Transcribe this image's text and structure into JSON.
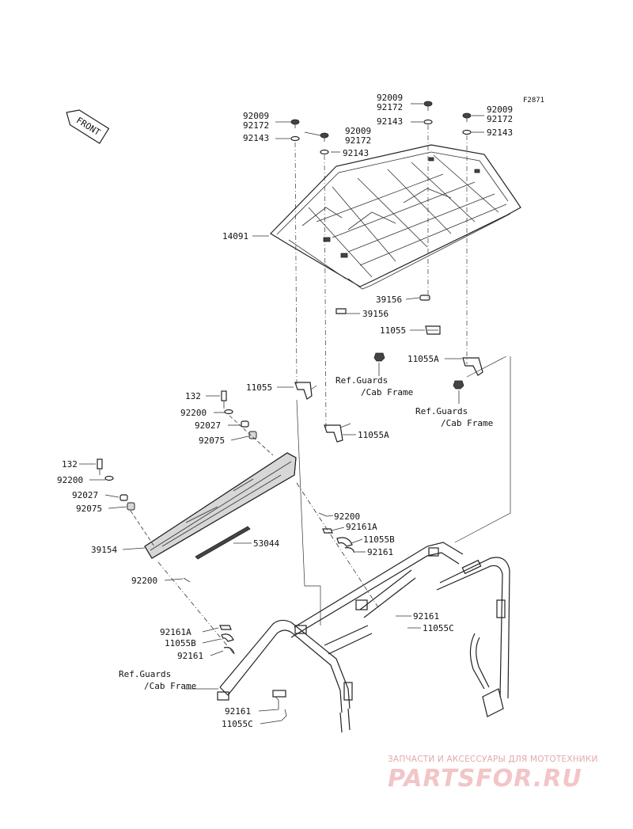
{
  "figure_code": "F2871",
  "front_label": "FRONT",
  "labels": {
    "a_92009": "92009",
    "a_92172": "92172",
    "a_92143": "92143",
    "b_92009": "92009",
    "b_92172": "92172",
    "b_92143": "92143",
    "c_92009": "92009",
    "c_92172": "92172",
    "c_92143": "92143",
    "d_92009": "92009",
    "d_92172": "92172",
    "d_92143": "92143",
    "p14091": "14091",
    "p39156_r": "39156",
    "p39156_l": "39156",
    "p11055_r": "11055",
    "p11055A_r": "11055A",
    "p11055_l": "11055",
    "p11055A_l": "11055A",
    "p132_a": "132",
    "p92200_a": "92200",
    "p92027_a": "92027",
    "p92075_a": "92075",
    "p132_b": "132",
    "p92200_b": "92200",
    "p92027_b": "92027",
    "p92075_b": "92075",
    "p39154": "39154",
    "p53044": "53044",
    "p92200_c": "92200",
    "p92161A_c": "92161A",
    "p11055B_c": "11055B",
    "p92161_c": "92161",
    "p92200_d": "92200",
    "p92161_e": "92161",
    "p11055C_e": "11055C",
    "p92161A_f": "92161A",
    "p11055B_f": "11055B",
    "p92161_f": "92161",
    "p92161_g": "92161",
    "p11055C_g": "11055C"
  },
  "refs": {
    "ref1_line1": "Ref.Guards",
    "ref1_line2": "/Cab Frame",
    "ref2_line1": "Ref.Guards",
    "ref2_line2": "/Cab Frame",
    "ref3_line1": "Ref.Guards",
    "ref3_line2": "/Cab Frame"
  },
  "watermark": {
    "tagline": "ЗАПЧАСТИ И АКСЕССУАРЫ ДЛЯ МОТОТЕХНИКИ",
    "brand": "PARTSFOR.RU",
    "color": "#e2a9ab"
  }
}
